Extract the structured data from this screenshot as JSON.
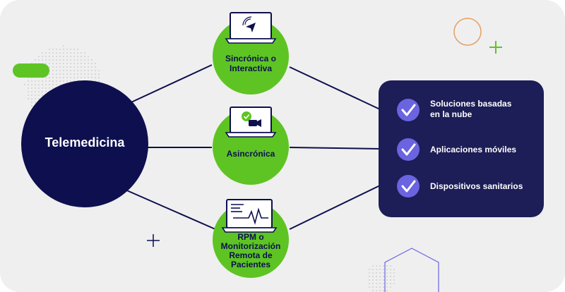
{
  "diagram": {
    "colors": {
      "background": "#efefef",
      "navy": "#0d0f4f",
      "green": "#5ec423",
      "panel": "#1d1d57",
      "check": "#6a64e0",
      "orange": "#e5a064"
    },
    "main_node": {
      "label": "Telemedicina",
      "icon": "none"
    },
    "modalities": [
      {
        "label_lines": [
          "Sincrónica o",
          "Interactiva"
        ],
        "icon": "laptop-location-icon"
      },
      {
        "label_lines": [
          "Asincrónica"
        ],
        "icon": "laptop-video-icon"
      },
      {
        "label_lines": [
          "RPM o",
          "Monitorización",
          "Remota de",
          "Pacientes"
        ],
        "icon": "laptop-pulse-icon"
      }
    ],
    "solutions": [
      {
        "label_lines": [
          "Soluciones basadas",
          "en la nube"
        ],
        "icon": "check-icon"
      },
      {
        "label_lines": [
          "Aplicaciones móviles"
        ],
        "icon": "check-icon"
      },
      {
        "label_lines": [
          "Dispositivos sanitarios"
        ],
        "icon": "check-icon"
      }
    ]
  }
}
